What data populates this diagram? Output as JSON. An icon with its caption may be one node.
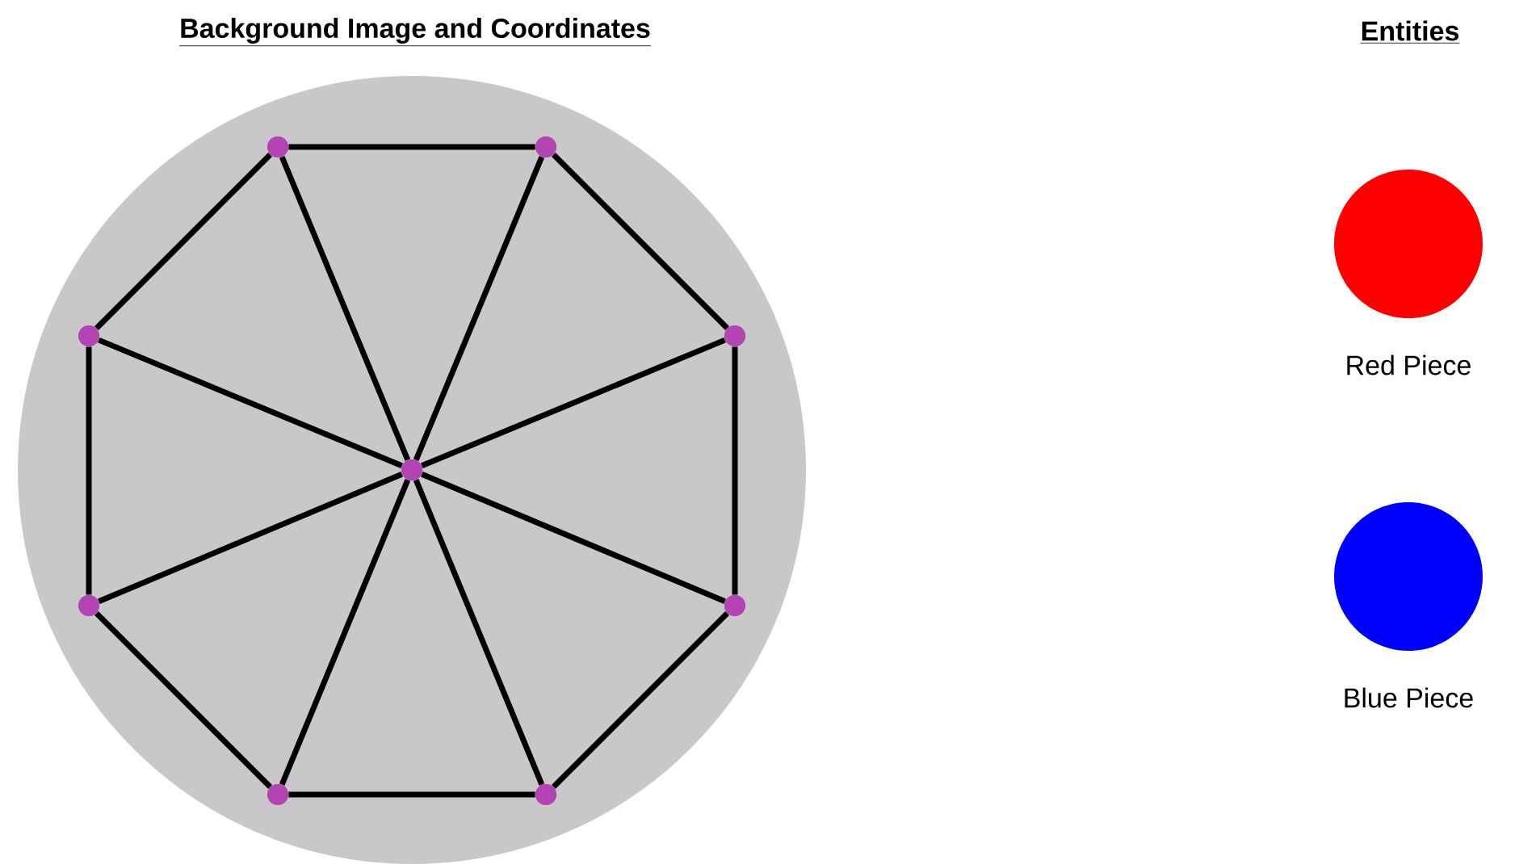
{
  "diagram": {
    "nodes": [
      {
        "text": [],
        "shape": "circle"
      },
      {
        "text": [],
        "shape": "circle",
        "in": 0
      },
      {
        "text": [],
        "shape": "circle",
        "in": 0
      },
      {
        "text": [],
        "shape": "circle",
        "in": 0
      },
      {
        "text": [],
        "shape": "circle",
        "in": 0
      },
      {
        "text": [],
        "shape": "circle",
        "in": 0
      },
      {
        "text": [],
        "shape": "circle",
        "in": 0
      },
      {
        "text": [],
        "shape": "circle",
        "in": 0
      },
      {
        "text": [],
        "shape": "circle",
        "in": 0
      },
      {
        "text": [],
        "shape": "circle",
        "in": 0
      }
    ],
    "edges": [
      {
        "from": 1,
        "to": 2,
        "arrow": "none"
      },
      {
        "from": 2,
        "to": 4,
        "arrow": "none"
      },
      {
        "from": 4,
        "to": 7,
        "arrow": "none"
      },
      {
        "from": 7,
        "to": 9,
        "arrow": "none"
      },
      {
        "from": 9,
        "to": 8,
        "arrow": "none"
      },
      {
        "from": 8,
        "to": 6,
        "arrow": "none"
      },
      {
        "from": 6,
        "to": 3,
        "arrow": "none"
      },
      {
        "from": 3,
        "to": 1,
        "arrow": "none"
      },
      {
        "from": 5,
        "to": 1,
        "arrow": "none"
      },
      {
        "from": 5,
        "to": 2,
        "arrow": "none"
      },
      {
        "from": 5,
        "to": 3,
        "arrow": "none"
      },
      {
        "from": 5,
        "to": 4,
        "arrow": "none"
      },
      {
        "from": 5,
        "to": 6,
        "arrow": "none"
      },
      {
        "from": 5,
        "to": 7,
        "arrow": "none"
      },
      {
        "from": 5,
        "to": 8,
        "arrow": "none"
      },
      {
        "from": 5,
        "to": 9,
        "arrow": "none"
      }
    ],
    "labels": [
      "Background Image and Coordinates",
      "Entities"
    ],
    "legend": [
      {
        "text": "Red Piece",
        "color": "#ff0000"
      },
      {
        "text": "Blue Piece",
        "color": "#0000ff"
      }
    ]
  }
}
